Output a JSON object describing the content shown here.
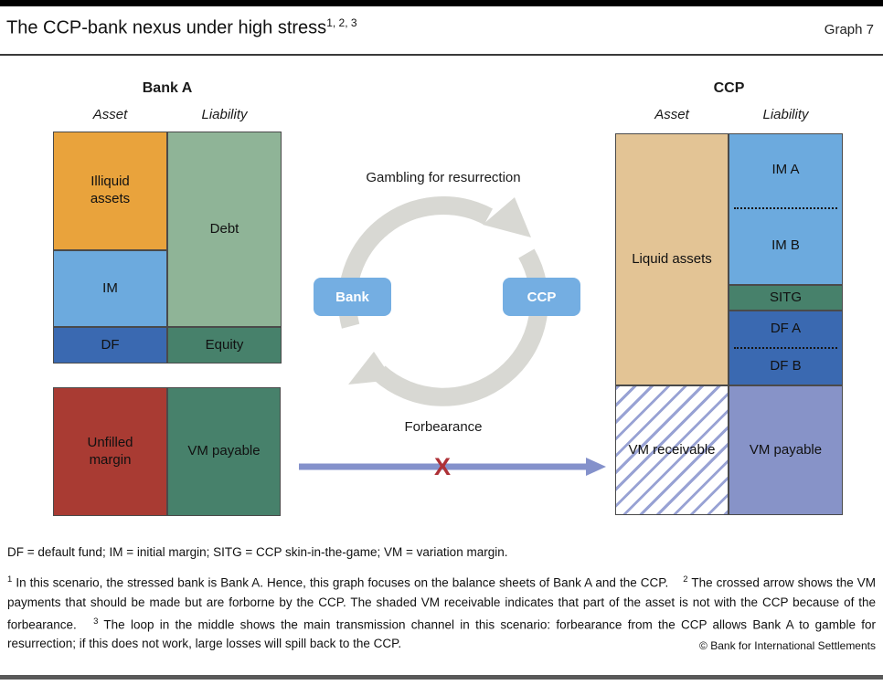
{
  "header": {
    "title": "The CCP-bank nexus under high stress",
    "title_superscript": "1, 2, 3",
    "graph_label": "Graph 7"
  },
  "bank_a": {
    "title": "Bank A",
    "asset_label": "Asset",
    "liability_label": "Liability",
    "blocks": {
      "illiquid_assets": "Illiquid assets",
      "im": "IM",
      "df": "DF",
      "debt": "Debt",
      "equity": "Equity",
      "unfilled_margin": "Unfilled margin",
      "vm_payable": "VM payable"
    }
  },
  "ccp": {
    "title": "CCP",
    "asset_label": "Asset",
    "liability_label": "Liability",
    "blocks": {
      "liquid_assets": "Liquid assets",
      "vm_receivable": "VM receivable",
      "im_a": "IM A",
      "im_b": "IM B",
      "sitg": "SITG",
      "df_a": "DF A",
      "df_b": "DF B",
      "vm_payable": "VM payable"
    }
  },
  "loop": {
    "top_label": "Gambling for resurrection",
    "bottom_label": "Forbearance",
    "bank_node": "Bank",
    "ccp_node": "CCP"
  },
  "flow_arrow": {
    "cross_glyph": "X"
  },
  "footnotes": {
    "abbreviations": "DF = default fund; IM = initial margin; SITG = CCP skin-in-the-game; VM = variation margin.",
    "notes": [
      {
        "sup": "1",
        "text": "In this scenario, the stressed bank is Bank A. Hence, this graph focuses on the balance sheets of Bank A and the CCP."
      },
      {
        "sup": "2",
        "text": "The crossed arrow shows the VM payments that should be made but are forborne by the CCP. The shaded VM receivable indicates that part of the asset is not with the CCP because of the forbearance."
      },
      {
        "sup": "3",
        "text": "The loop in the middle shows the main transmission channel in this scenario: forbearance from the CCP allows Bank A to gamble for resurrection; if this does not work, large losses will spill back to the CCP."
      }
    ],
    "copyright": "© Bank for International Settlements"
  },
  "colors": {
    "orange": "#E9A33C",
    "light_blue": "#6CAADE",
    "dark_blue": "#3A69B1",
    "sage_green": "#8FB497",
    "dark_green": "#47816B",
    "brick_red": "#A93B33",
    "tan": "#E3C495",
    "lavender": "#8793C8",
    "node_blue": "#74AEE2",
    "ring_gray": "#D8D8D3",
    "cross_red": "#AE3137",
    "flow_arrow_blue": "#8491CB"
  }
}
